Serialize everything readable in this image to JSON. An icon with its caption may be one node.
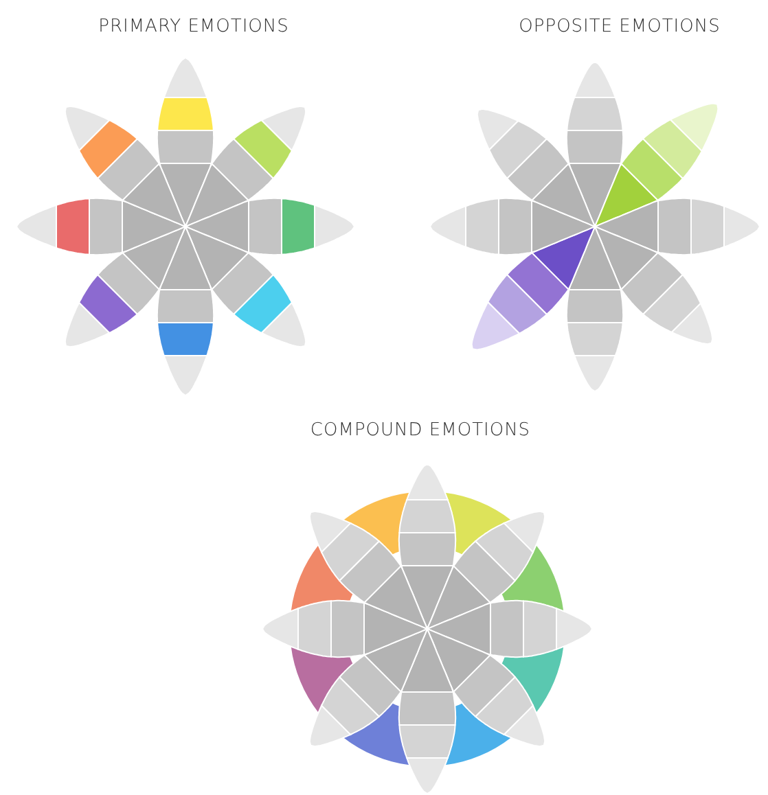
{
  "diagram": {
    "labels": [
      "PRIMARY EMOTIONS",
      "OPPOSITE EMOTIONS",
      "COMPOUND EMOTIONS"
    ]
  }
}
